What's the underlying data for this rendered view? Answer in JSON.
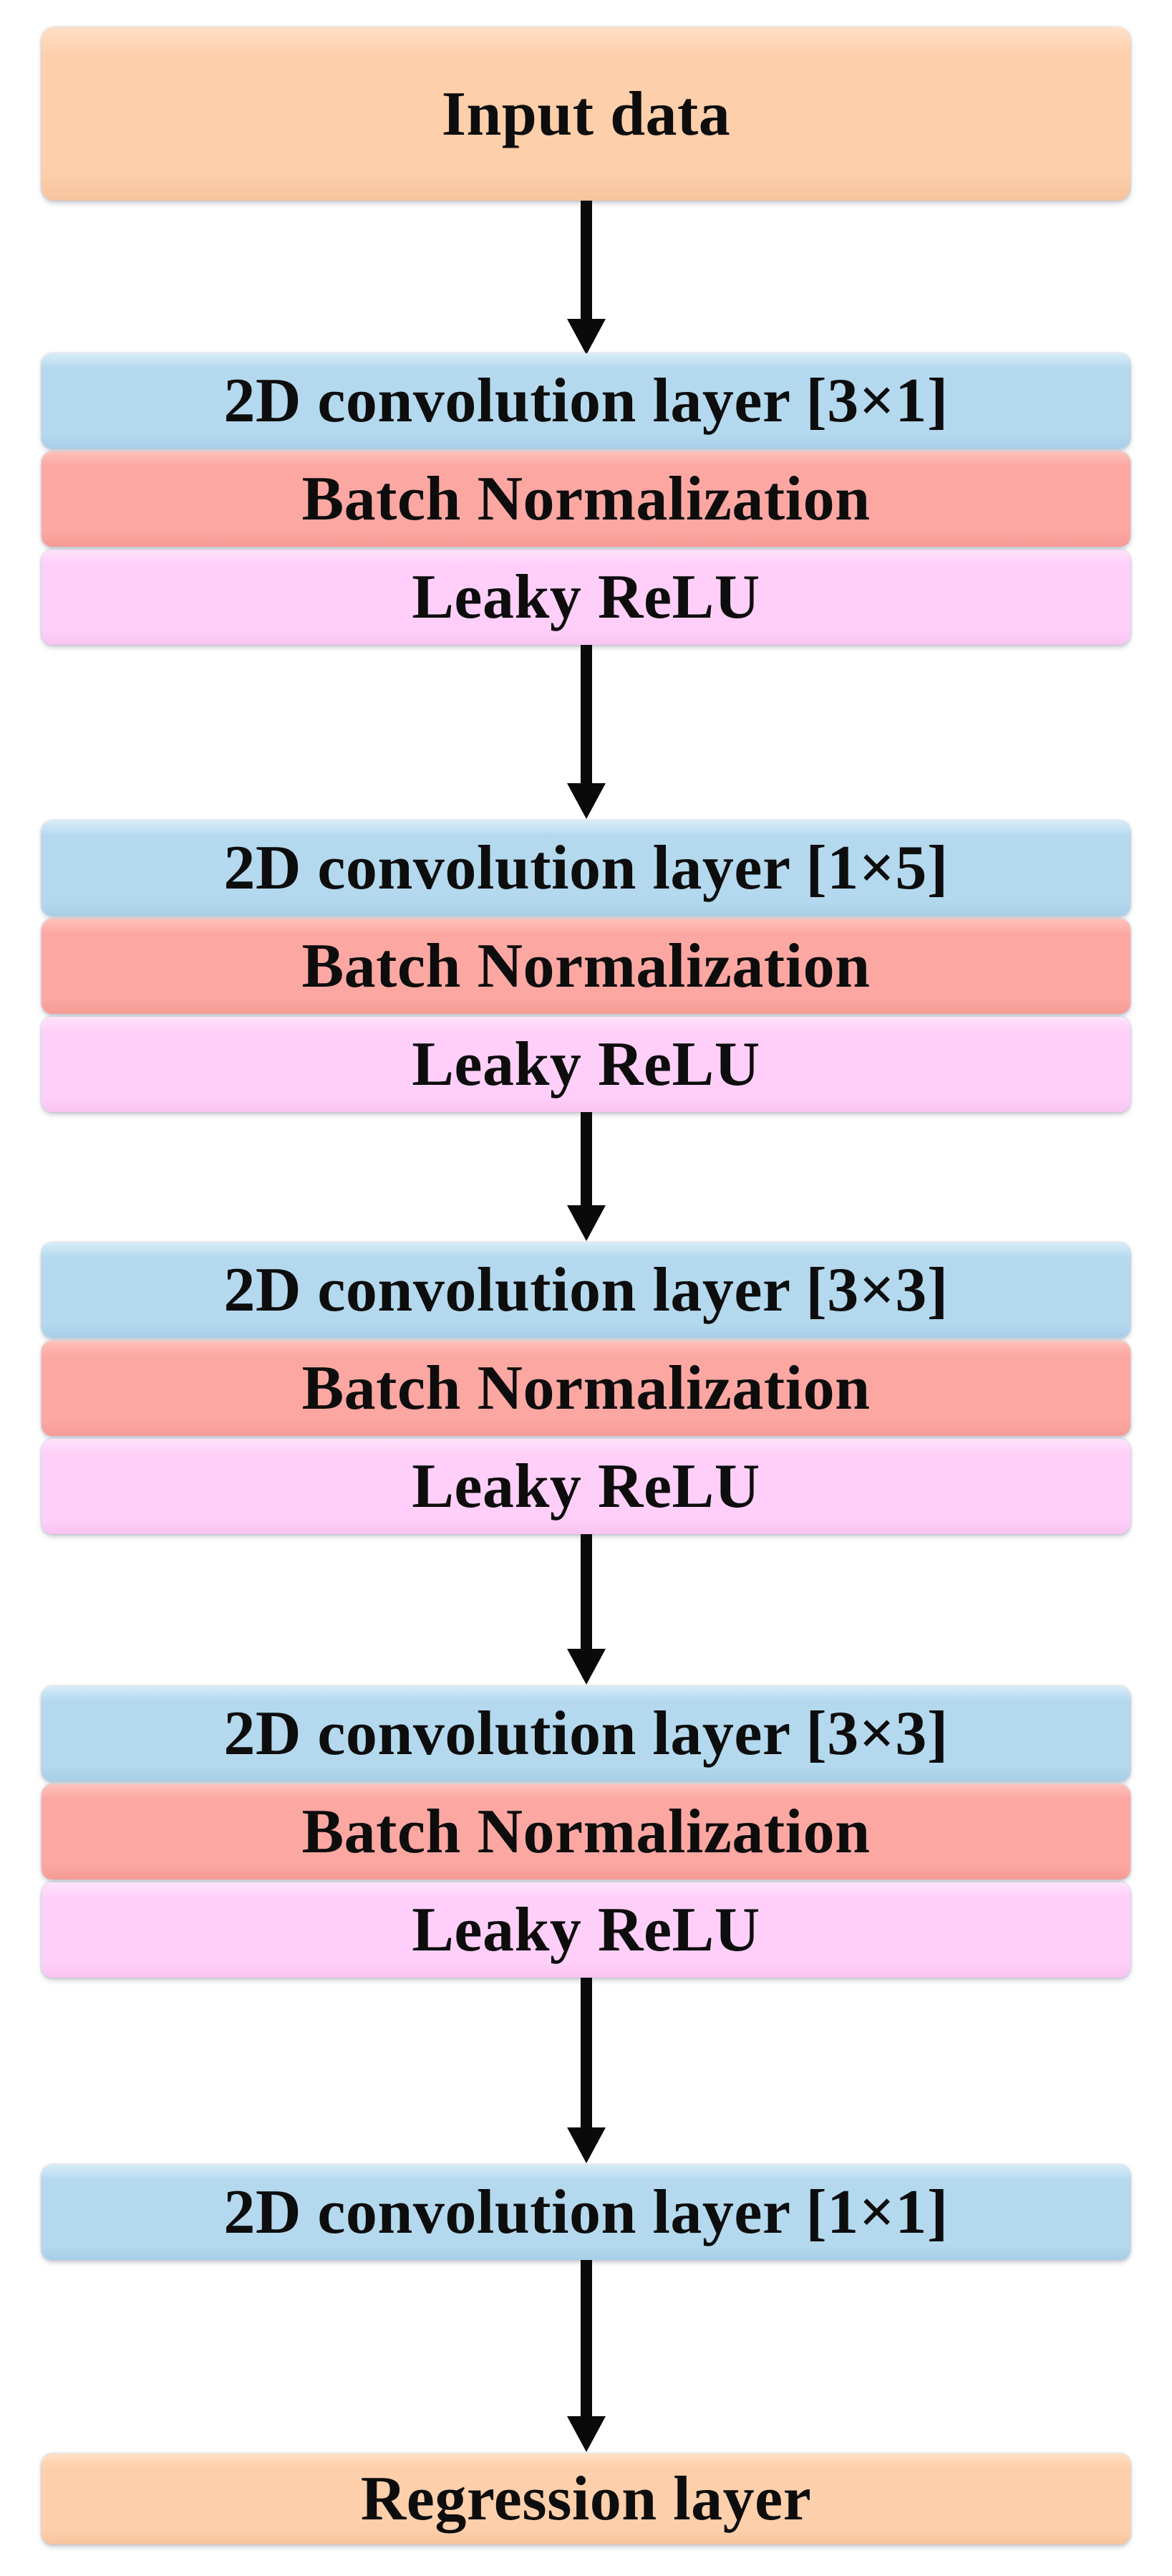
{
  "diagram": {
    "type": "flowchart",
    "direction": "top-down",
    "description": "CNN architecture: input, four conv blocks (conv + batch norm + leaky ReLU), final 1x1 conv, regression output",
    "colors": {
      "input_output_fill": "#FECFAB",
      "conv_fill": "#B4D9EE",
      "batchnorm_fill": "#FCA7A2",
      "activation_fill": "#FFCFF9",
      "arrow": "#0A0A0A",
      "text": "#0D0D0D",
      "background": "#FFFFFF"
    },
    "nodes": {
      "input": {
        "label": "Input data"
      },
      "block1": {
        "conv": "2D convolution layer [3×1]",
        "bn": "Batch Normalization",
        "act": "Leaky ReLU"
      },
      "block2": {
        "conv": "2D convolution layer [1×5]",
        "bn": "Batch Normalization",
        "act": "Leaky ReLU"
      },
      "block3": {
        "conv": "2D convolution layer [3×3]",
        "bn": "Batch Normalization",
        "act": "Leaky ReLU"
      },
      "block4": {
        "conv": "2D convolution layer [3×3]",
        "bn": "Batch Normalization",
        "act": "Leaky ReLU"
      },
      "conv5": {
        "conv": "2D convolution layer [1×1]"
      },
      "output": {
        "label": "Regression layer"
      }
    }
  }
}
